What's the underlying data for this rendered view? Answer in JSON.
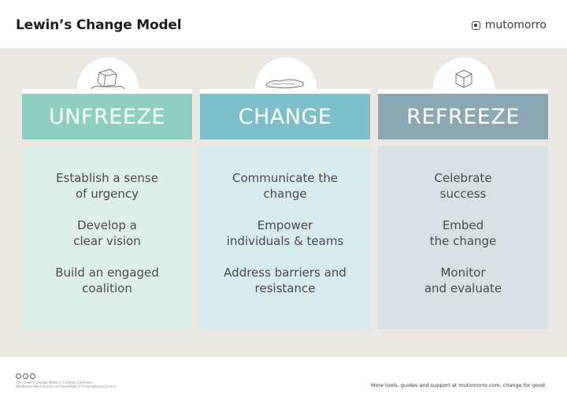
{
  "header": {
    "title": "Lewin’s Change Model",
    "brand": "mutomorro"
  },
  "columns": [
    {
      "label": "UNFREEZE",
      "color": "#8fcfbf",
      "body_color": "#dcefe9",
      "items": [
        "Establish a sense\nof urgency",
        "Develop a\nclear vision",
        "Build an engaged\ncoalition"
      ]
    },
    {
      "label": "CHANGE",
      "color": "#7cbfc9",
      "body_color": "#d6ebee",
      "items": [
        "Communicate the\nchange",
        "Empower\nindividuals & teams",
        "Address barriers and\nresistance"
      ]
    },
    {
      "label": "REFREEZE",
      "color": "#8aa7b3",
      "body_color": "#d9e0e4",
      "items": [
        "Celebrate\nsuccess",
        "Embed\nthe change",
        "Monitor\nand evaluate"
      ]
    }
  ],
  "icons": [
    "melting-ice-cube-icon",
    "water-puddle-icon",
    "ice-cube-icon"
  ],
  "footer": {
    "license_line1": "This Lewin's Change Model is Creative Commons",
    "license_line2": "Attribution-NonCommercial-ShareAlike 4.0 International License",
    "more": "More tools, guides and support at mutomorro.com, change for good."
  }
}
